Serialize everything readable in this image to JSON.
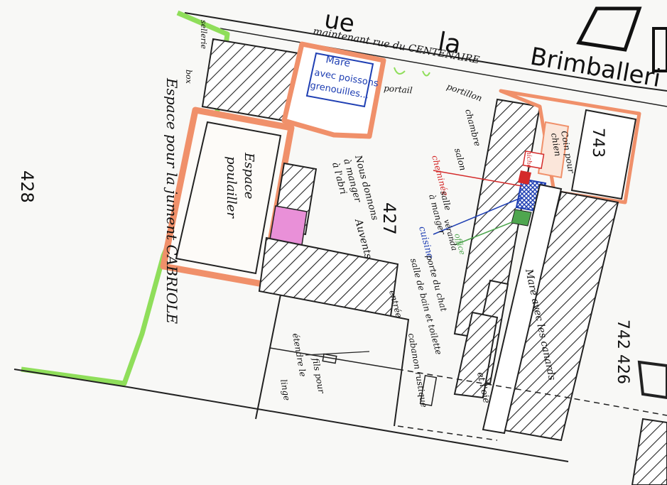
{
  "street": {
    "name_top": "ue",
    "name_mid": "la",
    "name_big": "Brimballeri",
    "now_label": "maintenant rue du CENTENAIRE"
  },
  "parcels": {
    "p428": "428",
    "p427": "427",
    "p743": "743",
    "p742": "742 426"
  },
  "zones": {
    "jument": "Espace pour la jument CABRIOLE",
    "poulailler_1": "Espace",
    "poulailler_2": "poulailler",
    "mare_1": "Mare",
    "mare_2": "avec poissons",
    "mare_3": "grenouilles...",
    "mare_canards_1": "Mare avec les canards",
    "mare_canards_2": "et l'oie",
    "coin_chien_1": "Coin pour",
    "coin_chien_2": "chien",
    "cabanon": "cabanon rustique",
    "fils_linge_1": "fils pour",
    "fils_linge_2": "étendre le",
    "fils_linge_3": "linge"
  },
  "labels": {
    "portail": "portail",
    "portillon": "portillon",
    "box": "box",
    "sellerie": "sellerie",
    "niche": "niche",
    "abri_1": "Nous donnons",
    "abri_2": "à manger",
    "abri_3": "à l'abri",
    "auvents": "Auvents",
    "chambre": "chambre",
    "salon": "salon",
    "cheminee": "cheminée",
    "salle_manger_1": "salle",
    "salle_manger_2": "à manger",
    "cuisine": "cuisine",
    "veranda": "véranda",
    "office": "office",
    "porte_chat_1": "porte du chat",
    "porte_chat_2": "salle de bain et toilette",
    "entree": "entrée"
  },
  "colors": {
    "orange": "#f0906a",
    "green": "#8fde5a",
    "blue": "#1f3fb3",
    "red": "#d42a2a",
    "pink": "#e990d8",
    "hatch": "#222222"
  }
}
